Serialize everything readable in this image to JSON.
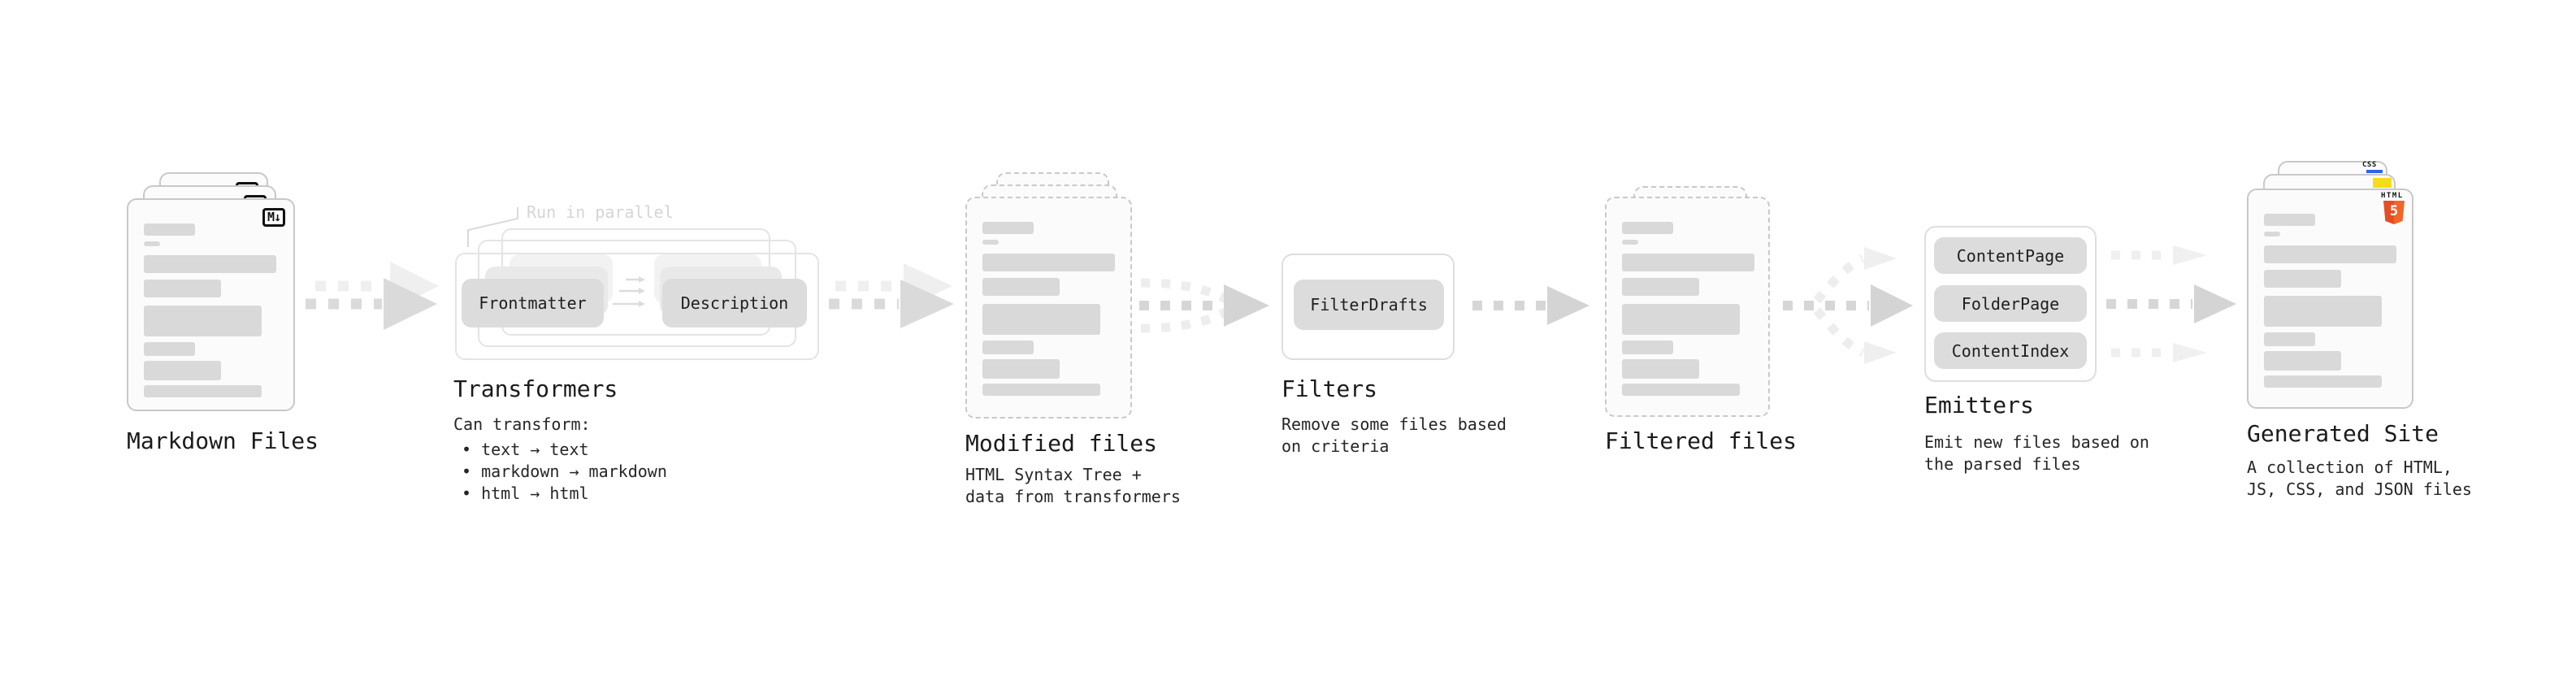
{
  "icons": {
    "markdown_badge": "M↓",
    "css_badge": "CSS",
    "html5_label": "HTML",
    "html5_number": "5"
  },
  "colors": {
    "html5_orange": "#e44d26",
    "html5_orange_light": "#f16529",
    "js_yellow": "#f5de19",
    "css_blue": "#2e62e9"
  },
  "stages": {
    "markdown_files": {
      "label": "Markdown Files"
    },
    "transformers": {
      "label": "Transformers",
      "note": "Run in parallel",
      "source_box": "Frontmatter",
      "result_box": "Description",
      "desc": "Can transform:",
      "bullets": [
        "• text → text",
        "• markdown → markdown",
        "• html → html"
      ]
    },
    "modified_files": {
      "label": "Modified files",
      "desc": "HTML Syntax Tree +\ndata from transformers"
    },
    "filters": {
      "label": "Filters",
      "box": "FilterDrafts",
      "desc": "Remove some files based\non criteria"
    },
    "filtered_files": {
      "label": "Filtered files"
    },
    "emitters": {
      "label": "Emitters",
      "boxes": [
        "ContentPage",
        "FolderPage",
        "ContentIndex"
      ],
      "desc": "Emit new files based on\nthe parsed files"
    },
    "generated_site": {
      "label": "Generated Site",
      "desc": "A collection of HTML,\nJS, CSS, and JSON files"
    }
  }
}
